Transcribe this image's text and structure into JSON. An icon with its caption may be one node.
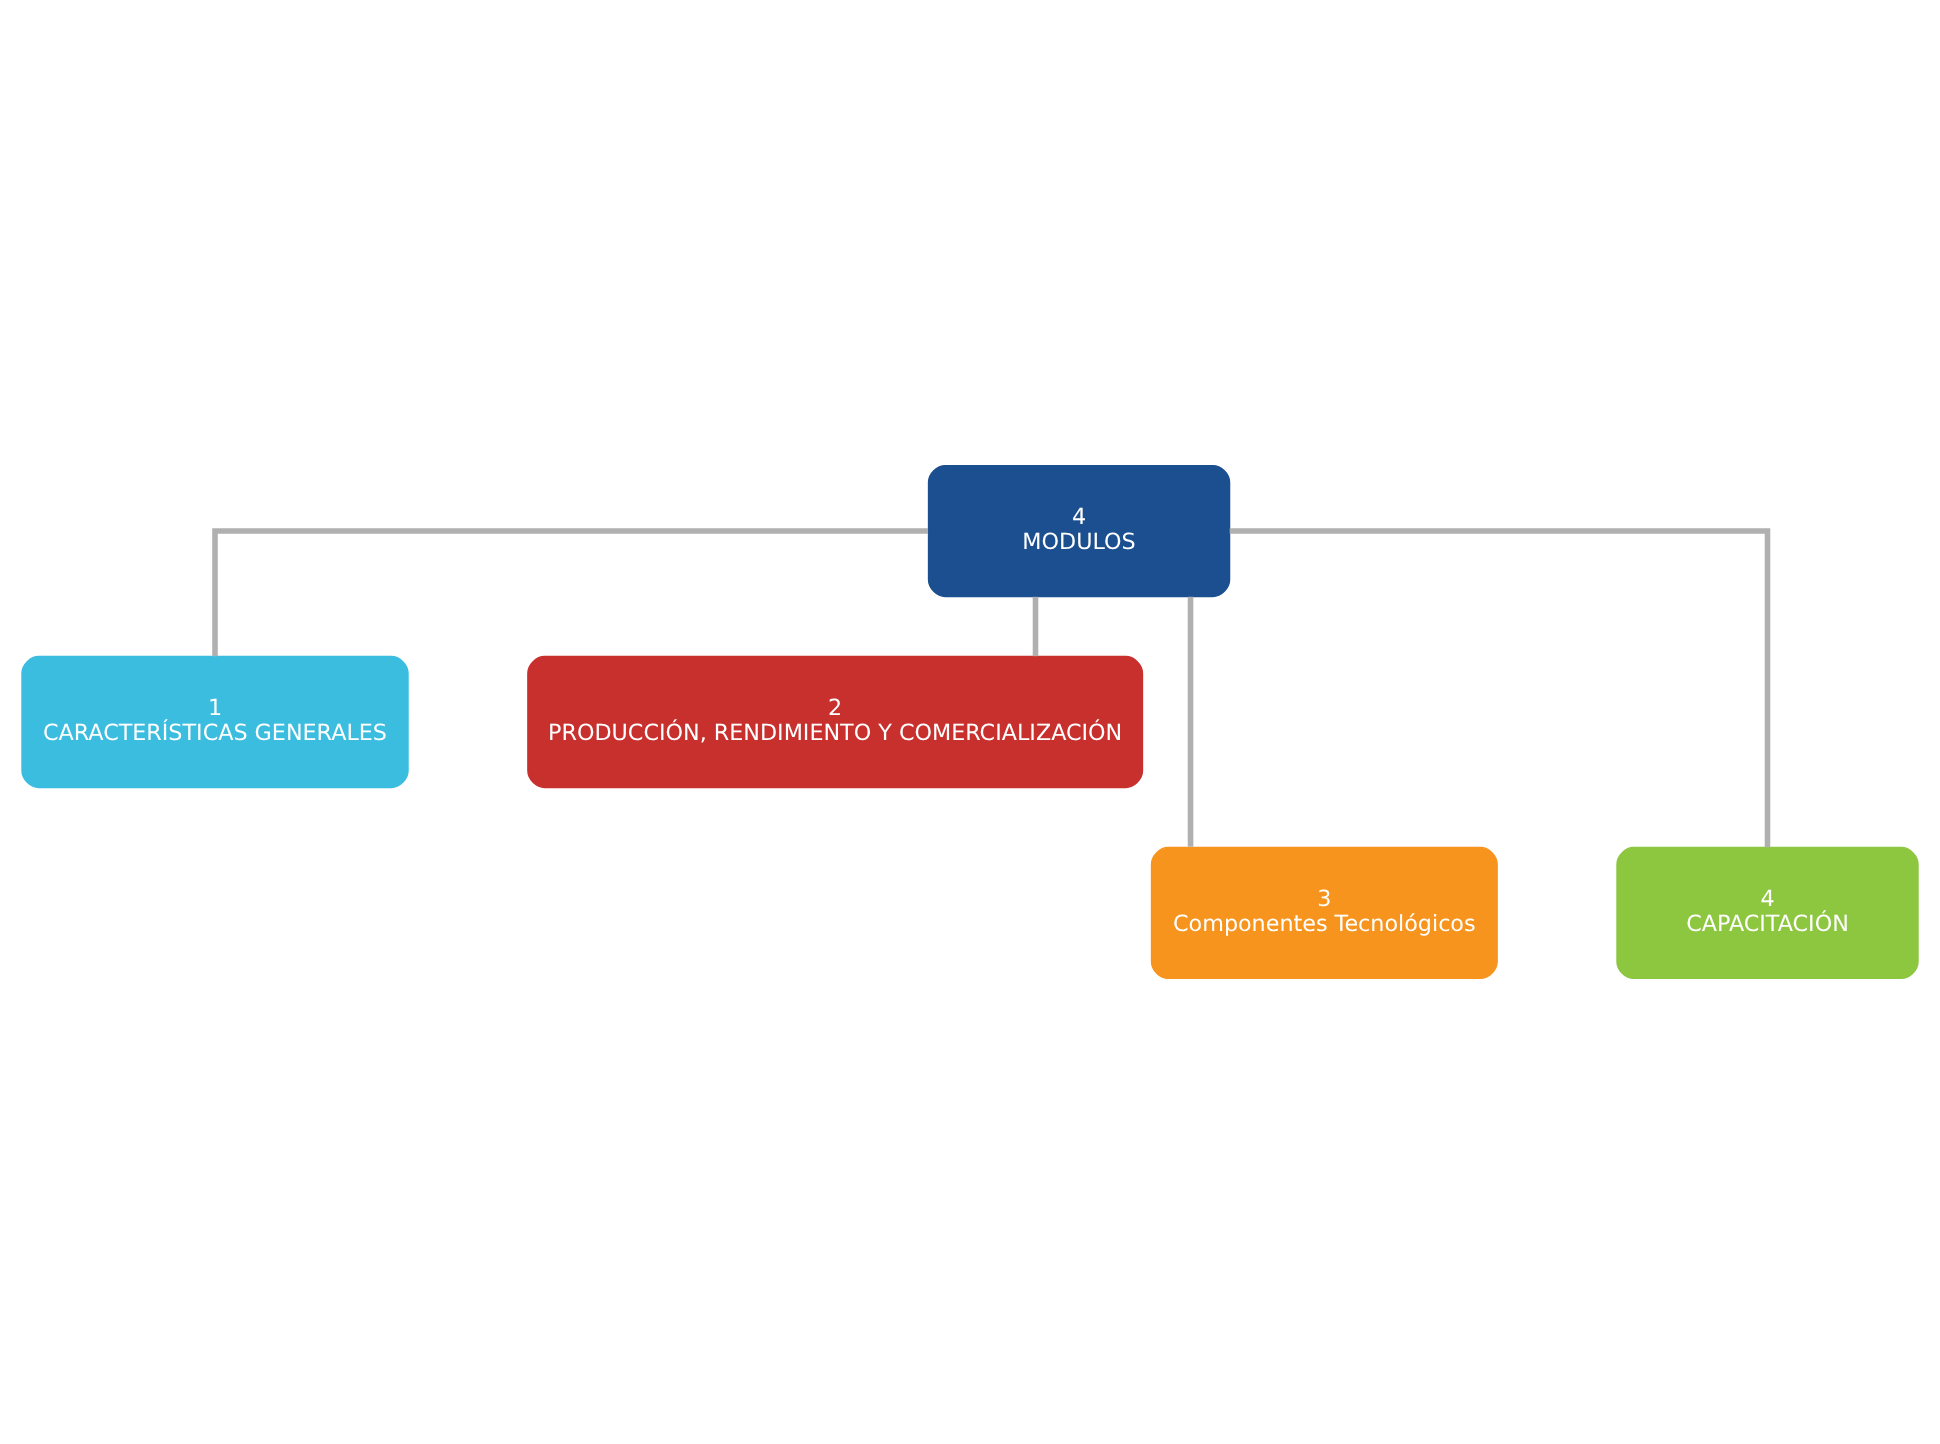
{
  "diagram": {
    "nodes": [
      {
        "text": [
          "4",
          "MODULOS"
        ]
      },
      {
        "text": [
          "1",
          "CARACTERÍSTICAS GENERALES"
        ]
      },
      {
        "text": [
          "2",
          "PRODUCCIÓN, RENDIMIENTO Y COMERCIALIZACIÓN"
        ]
      },
      {
        "text": [
          "3",
          "Componentes Tecnológicos"
        ]
      },
      {
        "text": [
          "4",
          "CAPACITACIÓN"
        ]
      }
    ],
    "edges": [
      {
        "from": 0,
        "to": 1,
        "arrow": "none"
      },
      {
        "from": 0,
        "to": 2,
        "arrow": "none"
      },
      {
        "from": 0,
        "to": 3,
        "arrow": "none"
      },
      {
        "from": 0,
        "to": 4,
        "arrow": "none"
      }
    ]
  }
}
